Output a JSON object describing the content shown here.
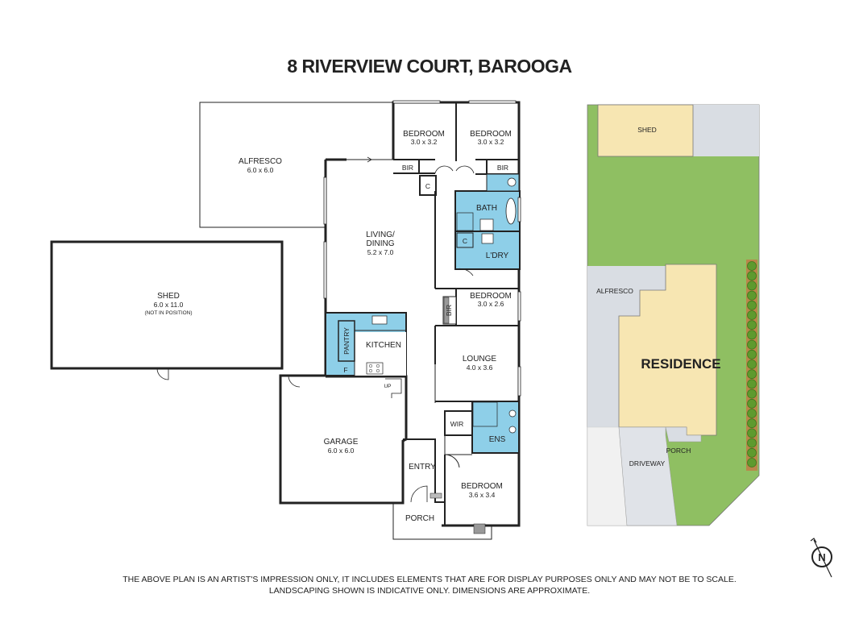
{
  "title": "8 RIVERVIEW COURT, BAROOGA",
  "colors": {
    "wall": "#222222",
    "wet_area": "#8ecfe8",
    "lawn": "#8fbf62",
    "residence": "#f7e6b2",
    "paving": "#d9dde3",
    "driveway": "#e5e5e5",
    "hedge": "#5e9a2e"
  },
  "floor_plan": {
    "rooms": [
      {
        "name": "ALFRESCO",
        "dims": "6.0 x 6.0"
      },
      {
        "name": "SHED",
        "dims": "6.0 x 11.0",
        "note": "(NOT IN POSITION)"
      },
      {
        "name": "BEDROOM",
        "dims": "3.0 x 3.2"
      },
      {
        "name": "BEDROOM",
        "dims": "3.0 x 3.2"
      },
      {
        "name": "LIVING/",
        "name2": "DINING",
        "dims": "5.2 x 7.0"
      },
      {
        "name": "BATH"
      },
      {
        "name": "L'DRY"
      },
      {
        "name": "BEDROOM",
        "dims": "3.0 x 2.6"
      },
      {
        "name": "KITCHEN"
      },
      {
        "name": "LOUNGE",
        "dims": "4.0 x 3.6"
      },
      {
        "name": "GARAGE",
        "dims": "6.0 x 6.0"
      },
      {
        "name": "BEDROOM",
        "dims": "3.6 x 3.4"
      },
      {
        "name": "ENTRY"
      },
      {
        "name": "PORCH"
      }
    ],
    "small_labels": {
      "bir1": "BIR",
      "bir2": "BIR",
      "bir3": "BIR",
      "c1": "C",
      "c2": "C",
      "pantry": "PANTRY",
      "fridge": "F",
      "wir": "WIR",
      "ens": "ENS",
      "up": "UP"
    }
  },
  "site_plan": {
    "shed": "SHED",
    "alfresco": "ALFRESCO",
    "residence": "RESIDENCE",
    "driveway": "DRIVEWAY",
    "porch": "PORCH"
  },
  "compass": {
    "label": "N"
  },
  "disclaimer": {
    "line1": "THE ABOVE PLAN IS AN ARTIST'S IMPRESSION ONLY, IT INCLUDES ELEMENTS THAT ARE FOR DISPLAY PURPOSES ONLY AND MAY NOT BE TO SCALE.",
    "line2": "LANDSCAPING SHOWN IS INDICATIVE ONLY. DIMENSIONS ARE APPROXIMATE."
  }
}
